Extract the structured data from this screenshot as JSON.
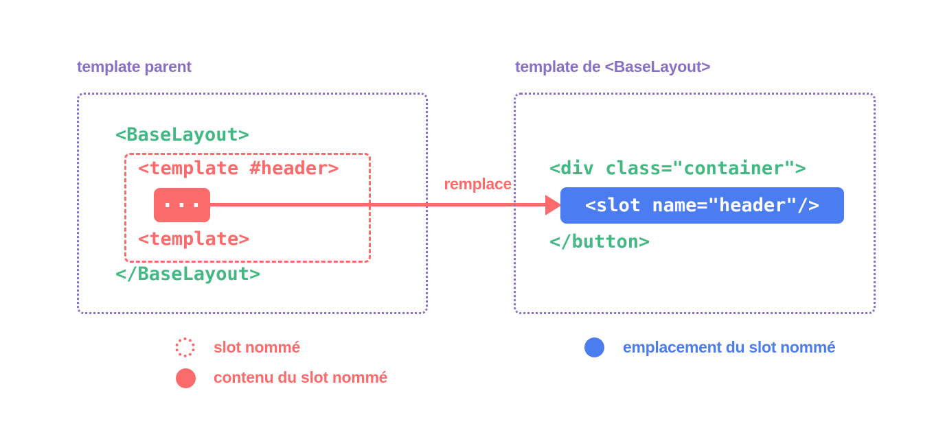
{
  "colors": {
    "purple": "#8a70c5",
    "green": "#42b883",
    "red": "#fc6b6b",
    "blue": "#4b7cf0"
  },
  "left_panel": {
    "title": "template parent",
    "code": {
      "open_tag": "<BaseLayout>",
      "close_tag": "</BaseLayout>",
      "slot": {
        "open_tag": "<template #header>",
        "content_placeholder": "...",
        "close_tag": "<template>"
      }
    }
  },
  "arrow": {
    "label": "remplace"
  },
  "right_panel": {
    "title": "template de <BaseLayout>",
    "code": {
      "open_tag": "<div class=\"container\">",
      "slot_outlet": "<slot name=\"header\"/>",
      "close_tag": "</button>"
    }
  },
  "legend": {
    "items": [
      {
        "marker": "named-slot",
        "label": "slot nommé"
      },
      {
        "marker": "slot-content",
        "label": "contenu du slot nommé"
      },
      {
        "marker": "slot-outlet",
        "label": "emplacement du slot nommé"
      }
    ]
  }
}
